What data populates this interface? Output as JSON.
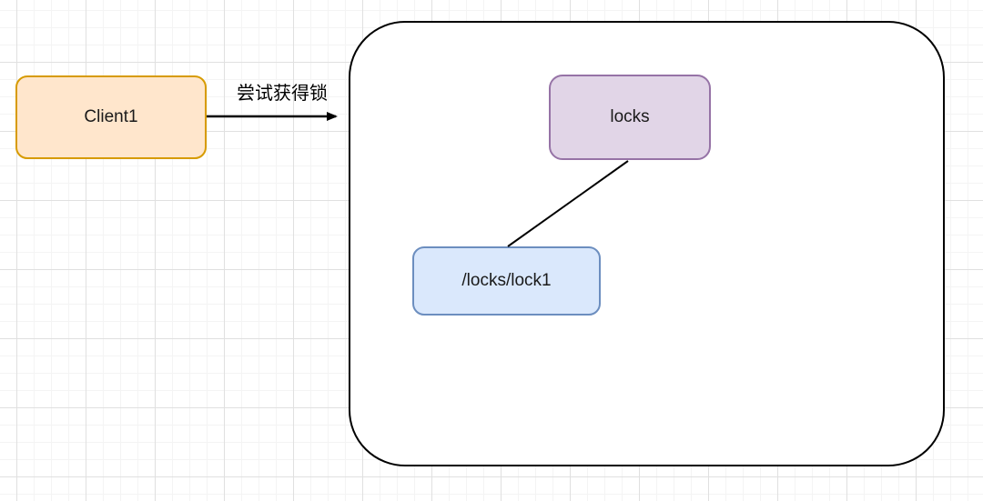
{
  "diagram": {
    "nodes": {
      "client1": {
        "label": "Client1",
        "fill": "#FFE6CC",
        "border": "#D79B00"
      },
      "container": {
        "fill": "#FFFFFF",
        "border": "#000000"
      },
      "locks": {
        "label": "locks",
        "fill": "#E1D5E7",
        "border": "#9673A6"
      },
      "lock1": {
        "label": "/locks/lock1",
        "fill": "#DAE8FC",
        "border": "#6C8EBF"
      }
    },
    "edges": {
      "acquire": {
        "label": "尝试获得锁",
        "color": "#000000"
      },
      "locks_to_lock1": {
        "color": "#000000"
      }
    },
    "grid": {
      "minor_color": "#f4f4f4",
      "major_color": "#e0e0e0"
    }
  }
}
